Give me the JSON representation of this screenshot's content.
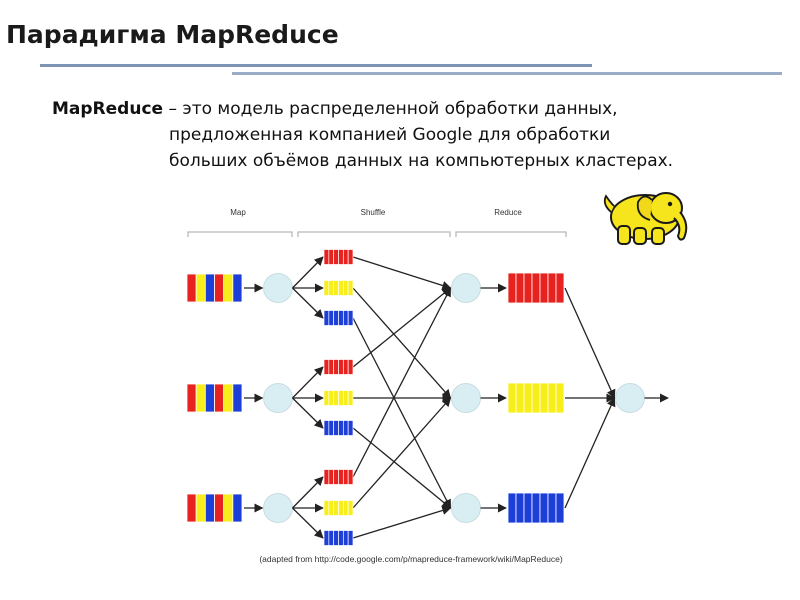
{
  "slide": {
    "title": "Парадигма MapReduce",
    "description": {
      "term": "MapReduce",
      "line1_rest": " – это модель распределенной обработки данных,",
      "line2": "предложенная компанией Google для обработки",
      "line3": "больших объёмов данных на компьютерных кластерах."
    }
  },
  "diagram": {
    "phases": [
      "Map",
      "Shuffle",
      "Reduce"
    ],
    "credit": "(adapted from http://code.google.com/p/mapreduce-framework/wiki/MapReduce)",
    "logo_icon": "hadoop-elephant-icon",
    "colors": {
      "red": "#e8231f",
      "yellow": "#f7ee1a",
      "blue": "#1d3fd8",
      "node": "#d8eef2",
      "arrow": "#222222"
    },
    "inputs": 3,
    "input_pattern": [
      "red",
      "yellow",
      "blue",
      "red",
      "yellow",
      "blue"
    ],
    "partitions_per_mapper": [
      "red",
      "yellow",
      "blue"
    ],
    "reducers": [
      "red",
      "yellow",
      "blue"
    ],
    "final_outputs": 1
  }
}
